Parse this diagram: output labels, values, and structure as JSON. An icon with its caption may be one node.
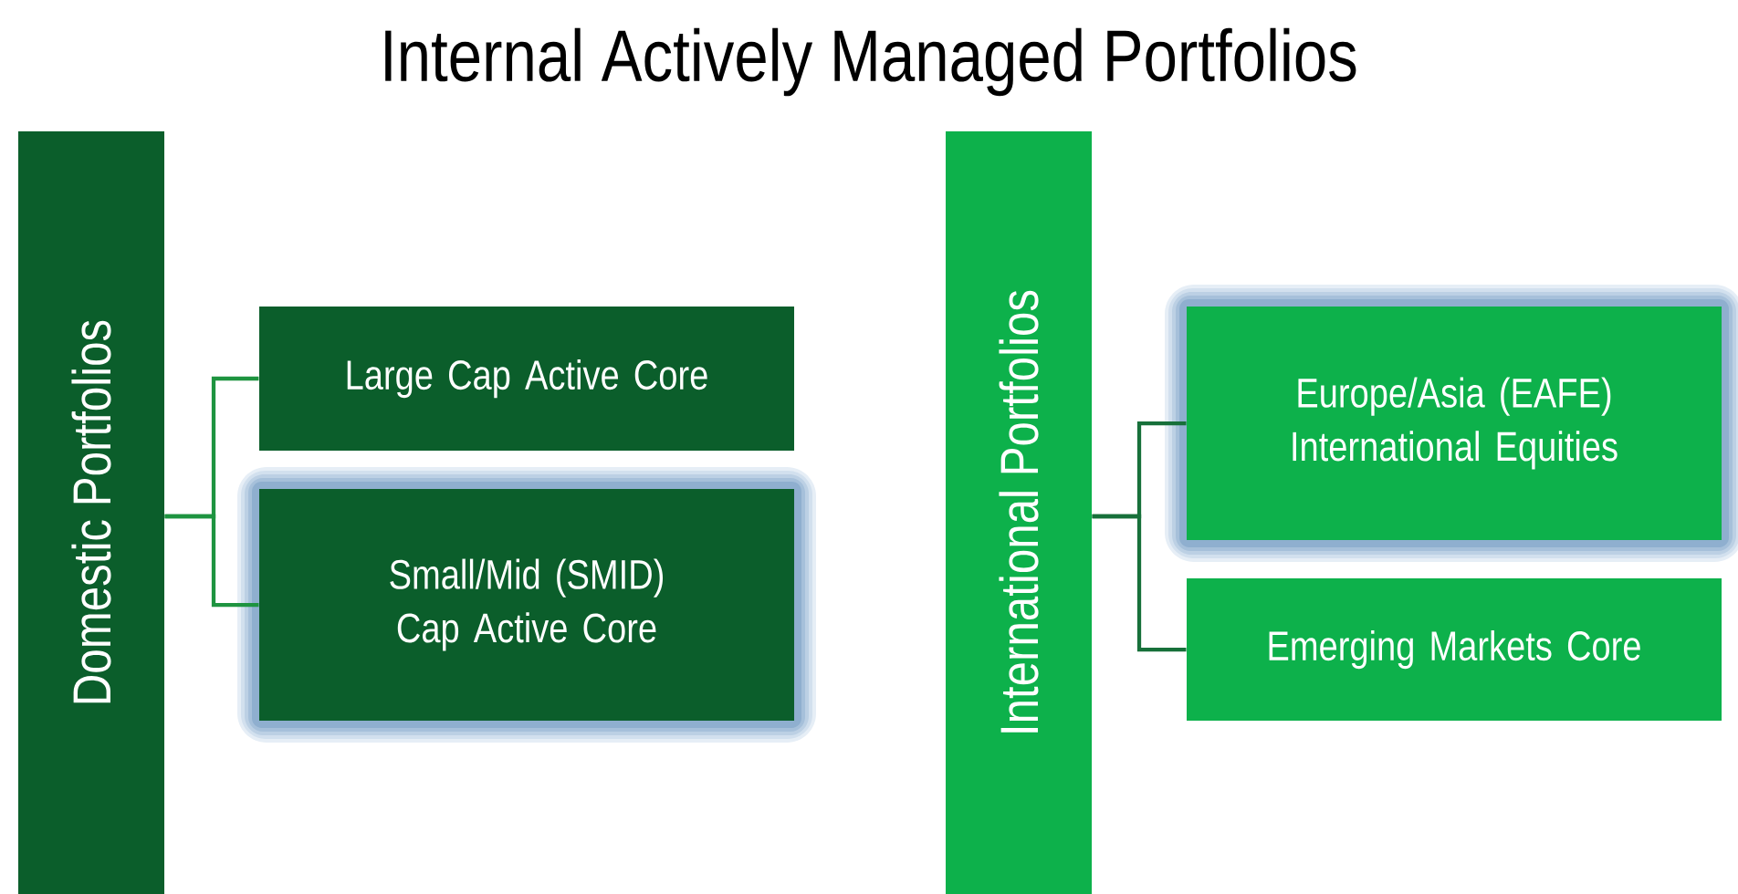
{
  "diagram": {
    "title": "Internal Actively Managed Portfolios",
    "nodes": [
      {
        "text": [
          "Domestic Portfolios"
        ]
      },
      {
        "text": [
          "Large Cap Active Core"
        ]
      },
      {
        "text": [
          "Small/Mid (SMID) Cap Active Core"
        ]
      },
      {
        "text": [
          "International Portfolios"
        ]
      },
      {
        "text": [
          "Europe/Asia (EAFE) International Equities"
        ]
      },
      {
        "text": [
          "Emerging Markets Core"
        ]
      }
    ],
    "edges": [
      {
        "from": 0,
        "to": 1,
        "arrow": "none"
      },
      {
        "from": 0,
        "to": 2,
        "arrow": "none"
      },
      {
        "from": 3,
        "to": 4,
        "arrow": "none"
      },
      {
        "from": 3,
        "to": 5,
        "arrow": "none"
      }
    ]
  }
}
